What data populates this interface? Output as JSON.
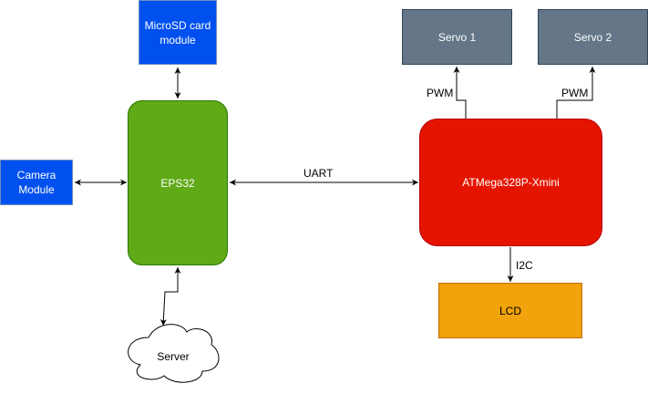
{
  "nodes": {
    "microsd": {
      "label": "MicroSD card module",
      "color": "#0050ef",
      "text_color": "#ffffff"
    },
    "camera": {
      "label": "Camera Module",
      "color": "#0050ef",
      "text_color": "#ffffff"
    },
    "esp32": {
      "label": "EPS32",
      "color": "#60a917",
      "text_color": "#ffffff"
    },
    "server": {
      "label": "Server"
    },
    "atmega": {
      "label": "ATMega328P-Xmini",
      "color": "#e51400",
      "text_color": "#ffffff"
    },
    "servo1": {
      "label": "Servo 1",
      "color": "#647687",
      "text_color": "#ffffff"
    },
    "servo2": {
      "label": "Servo 2",
      "color": "#647687",
      "text_color": "#ffffff"
    },
    "lcd": {
      "label": "LCD",
      "color": "#f0a30a",
      "text_color": "#000000"
    }
  },
  "edges": {
    "uart": "UART",
    "pwm1": "PWM",
    "pwm2": "PWM",
    "i2c": "I2C"
  }
}
